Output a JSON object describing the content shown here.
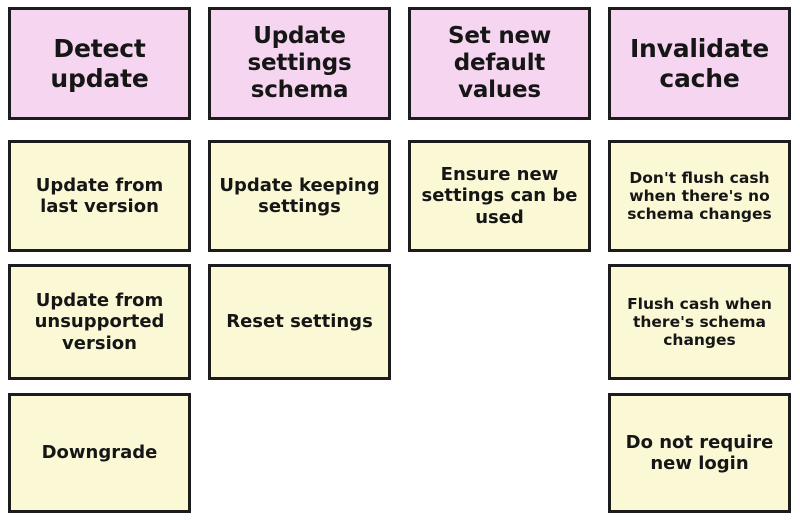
{
  "diagram": {
    "type": "grid-of-cards",
    "palette": {
      "header_fill": "#f5d5f0",
      "item_fill": "#fbf8d5",
      "border": "#1c1c1c",
      "text": "#161616",
      "background": "#ffffff"
    },
    "columns": [
      {
        "id": "detect-update",
        "header": "Detect update",
        "items": [
          "Update from last version",
          "Update from unsupported version",
          "Downgrade"
        ]
      },
      {
        "id": "update-settings-schema",
        "header": "Update settings schema",
        "items": [
          "Update keeping settings",
          "Reset settings"
        ]
      },
      {
        "id": "set-new-default-values",
        "header": "Set new default values",
        "items": [
          "Ensure new settings can be used"
        ]
      },
      {
        "id": "invalidate-cache",
        "header": "Invalidate cache",
        "items": [
          "Don't flush cash when there's no schema changes",
          "Flush cash when there's schema changes",
          "Do not require new login"
        ]
      }
    ]
  }
}
